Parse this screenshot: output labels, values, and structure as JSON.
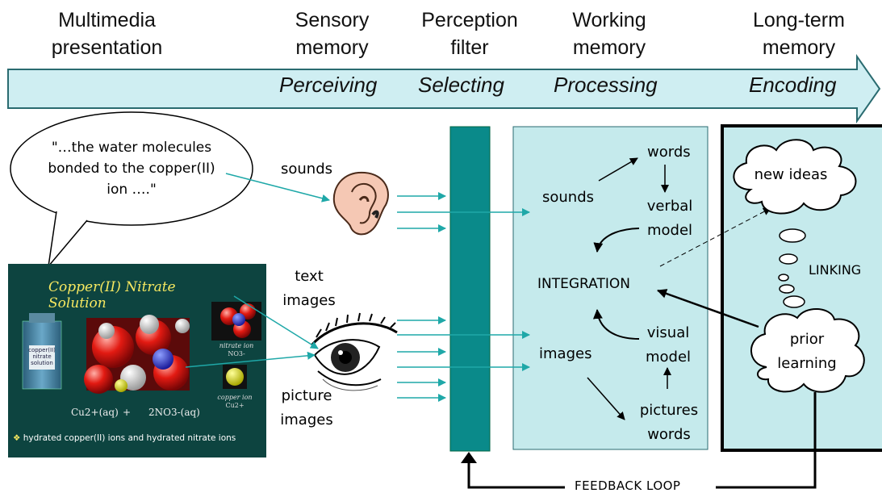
{
  "stages": {
    "multimedia": "Multimedia presentation",
    "sensory": "Sensory memory",
    "perception": "Perception filter",
    "working": "Working memory",
    "longterm": "Long-term memory"
  },
  "phases": {
    "perceiving": "Perceiving",
    "selecting": "Selecting",
    "processing": "Processing",
    "encoding": "Encoding"
  },
  "speech_bubble": "\"…the water molecules bonded to the copper(II) ion ….\"",
  "slide": {
    "title": "Copper(II) Nitrate Solution",
    "bottle_label": "copper(II) nitrate solution",
    "nitrate_label": "nitrate ion",
    "nitrate_formula": "NO3-",
    "copper_label": "copper ion",
    "copper_formula": "Cu2+",
    "equation_left": "Cu2+(aq)",
    "equation_plus": "+",
    "equation_right": "2NO3-(aq)",
    "caption": "hydrated copper(II) ions and hydrated nitrate ions"
  },
  "sensory": {
    "sounds": "sounds",
    "text_images": "text images",
    "picture_images": "picture images"
  },
  "working": {
    "sounds": "sounds",
    "words": "words",
    "verbal_model": "verbal model",
    "integration": "INTEGRATION",
    "visual_model": "visual model",
    "images": "images",
    "pictures_words": "pictures words"
  },
  "longterm": {
    "new_ideas": "new ideas",
    "linking": "LINKING",
    "prior_learning": "prior learning"
  },
  "feedback": "FEEDBACK LOOP",
  "colors": {
    "arrow_fill": "#cfeef2",
    "panel_fill": "#c5eaec",
    "filter_bar": "#0a8a8a",
    "teal_arrow": "#1fa8a8",
    "slide_bg": "#0d4440"
  }
}
